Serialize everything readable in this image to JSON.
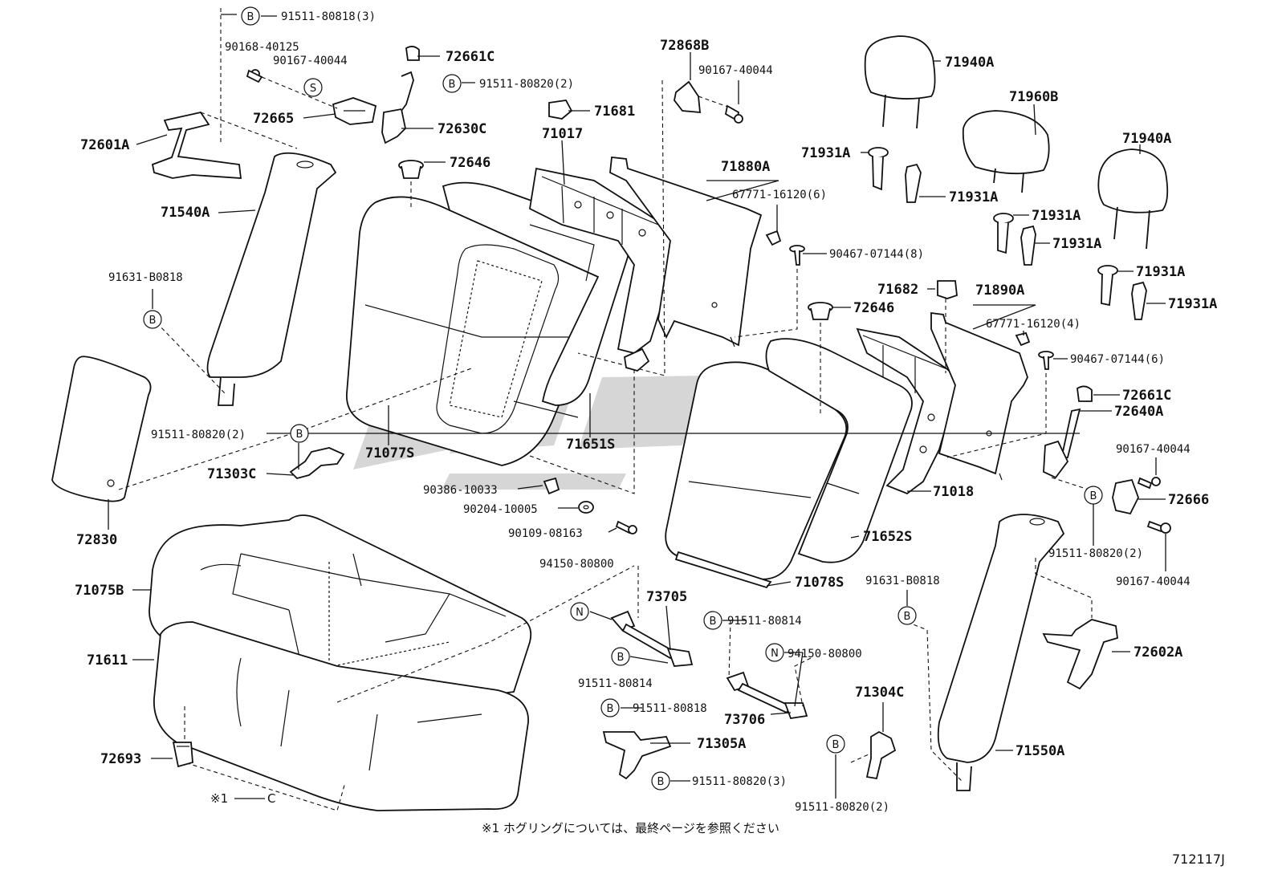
{
  "labels": {
    "l91511_80818_3": "91511-80818(3)",
    "l90168_40125": "90168-40125",
    "l90167_40044_a": "90167-40044",
    "l72661C_a": "72661C",
    "l91511_80820_2_a": "91511-80820(2)",
    "l72665": "72665",
    "l72630C": "72630C",
    "l72601A": "72601A",
    "l71540A": "71540A",
    "l91631_B0818_a": "91631-B0818",
    "l72646_a": "72646",
    "l71017": "71017",
    "l71681": "71681",
    "l72868B": "72868B",
    "l90167_40044_b": "90167-40044",
    "l71880A": "71880A",
    "l67771_16120_6": "67771-16120(6)",
    "l90467_07144_8": "90467-07144(8)",
    "l71940A_a": "71940A",
    "l71960B": "71960B",
    "l71940A_b": "71940A",
    "l71931A_1": "71931A",
    "l71931A_2": "71931A",
    "l71931A_3": "71931A",
    "l71931A_4": "71931A",
    "l71931A_5": "71931A",
    "l71931A_6": "71931A",
    "l71682": "71682",
    "l72646_b": "72646",
    "l71890A": "71890A",
    "l67771_16120_4": "67771-16120(4)",
    "l90467_07144_6": "90467-07144(6)",
    "l72661C_b": "72661C",
    "l72640A": "72640A",
    "l90167_40044_c": "90167-40044",
    "l72666": "72666",
    "l91511_80820_2_b": "91511-80820(2)",
    "l90167_40044_d": "90167-40044",
    "l91511_80820_2_c": "91511-80820(2)",
    "l71303C": "71303C",
    "l71077S": "71077S",
    "l71651S": "71651S",
    "l72830": "72830",
    "l90386_10033": "90386-10033",
    "l90204_10005": "90204-10005",
    "l90109_08163": "90109-08163",
    "l71018": "71018",
    "l71652S": "71652S",
    "l71078S": "71078S",
    "l71075B": "71075B",
    "l71611": "71611",
    "l94150_80800_a": "94150-80800",
    "l73705": "73705",
    "l91511_80814_a": "91511-80814",
    "l91511_80814_b": "91511-80814",
    "l94150_80800_b": "94150-80800",
    "l73706": "73706",
    "l91511_80818": "91511-80818",
    "l71305A": "71305A",
    "l91511_80820_3": "91511-80820(3)",
    "l71304C": "71304C",
    "l91511_80820_2_d": "91511-80820(2)",
    "l91631_B0818_b": "91631-B0818",
    "l72602A": "72602A",
    "l71550A": "71550A",
    "l72693": "72693",
    "l_note1": "※1",
    "l_c": "C"
  },
  "badges": {
    "b": "B",
    "s": "S",
    "n": "N"
  },
  "footnote": "※1 ホグリングについては、最終ページを参照ください",
  "diagram_ref": "712117J",
  "watermark": "watermark-logo",
  "colors": {
    "line": "#111111",
    "watermark": "#c8c8c8",
    "background": "#ffffff"
  }
}
